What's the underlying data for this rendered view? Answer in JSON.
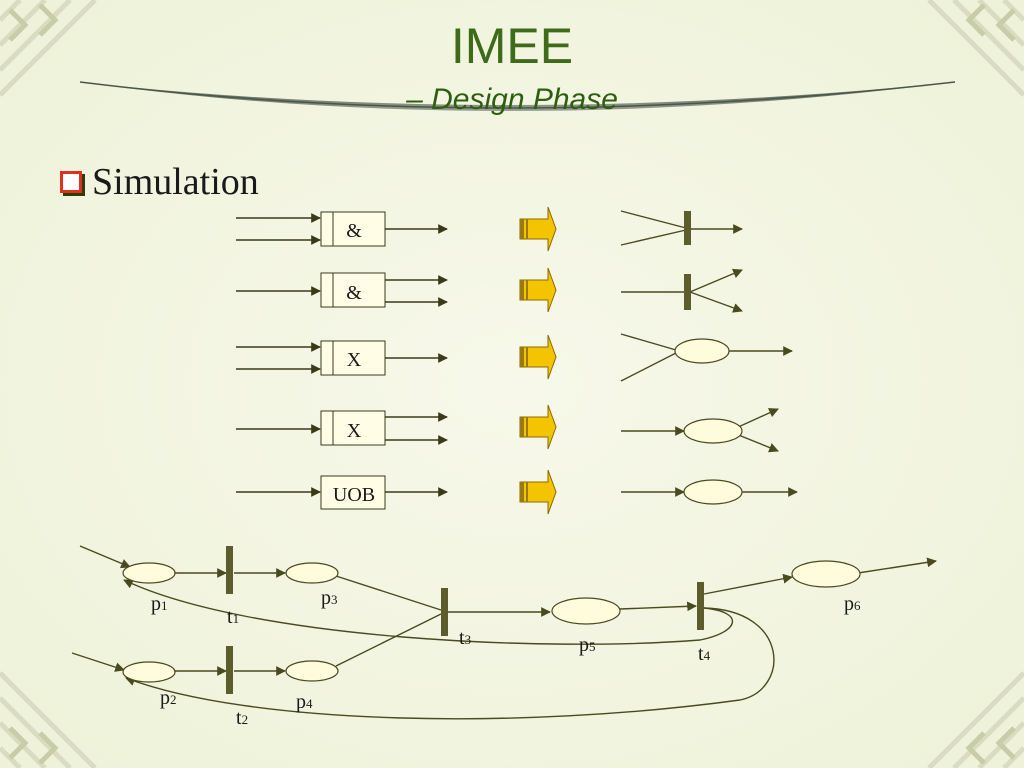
{
  "slide": {
    "title": "IMEE",
    "subtitle": "– Design Phase",
    "bullet": "Simulation"
  },
  "gates": [
    {
      "label": "&"
    },
    {
      "label": "&"
    },
    {
      "label": "X"
    },
    {
      "label": "X"
    },
    {
      "label": "UOB"
    }
  ],
  "petri_net": {
    "places": [
      "p",
      "p",
      "p",
      "p",
      "p",
      "p"
    ],
    "place_subs": [
      "1",
      "2",
      "3",
      "4",
      "5",
      "6"
    ],
    "transitions": [
      "t",
      "t",
      "t",
      "t"
    ],
    "transition_subs": [
      "1",
      "2",
      "3",
      "4"
    ]
  },
  "colors": {
    "title": "#3d6b1a",
    "accent_arrow": "#f5c400",
    "petri_line": "#5a5a2a",
    "transition_bar": "#5c5c2c",
    "place_fill": "#fffbdc"
  }
}
